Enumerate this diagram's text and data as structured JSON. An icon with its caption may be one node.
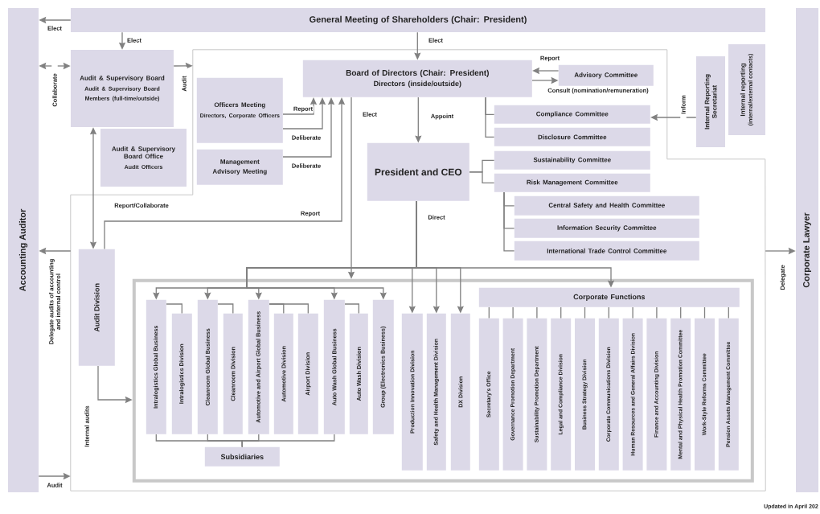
{
  "diagram": {
    "nodes": [
      {
        "text": [
          "Accounting Auditor"
        ]
      },
      {
        "text": [
          "General Meeting of Shareholders (Chair: President)"
        ]
      },
      {
        "text": [
          "Corporate Lawyer"
        ]
      },
      {
        "text": [],
        "shape": "box"
      },
      {
        "text": [
          "Audit & Supervisory Board",
          "Audit & Supervisory Board Members (full-time/outside)"
        ]
      },
      {
        "text": [
          "Audit & Supervisory Board Office",
          "Audit Officers"
        ]
      },
      {
        "text": [
          "Officers Meeting",
          "Directors, Corporate Officers"
        ],
        "in": 3
      },
      {
        "text": [
          "Management Advisory Meeting"
        ],
        "in": 3
      },
      {
        "text": [
          "Board of Directors (Chair: President)",
          "Directors (inside/outside)"
        ],
        "in": 3
      },
      {
        "text": [
          "Advisory Committee"
        ],
        "in": 3
      },
      {
        "text": [
          "Internal Reporting Secretariat"
        ]
      },
      {
        "text": [
          "Internal reporting",
          "(internal/external contacts)"
        ]
      },
      {
        "text": [
          "President and CEO"
        ],
        "in": 3
      },
      {
        "text": [
          "Compliance Committee"
        ],
        "in": 3
      },
      {
        "text": [
          "Disclosure Committee"
        ],
        "in": 3
      },
      {
        "text": [
          "Sustainability Committee"
        ],
        "in": 3
      },
      {
        "text": [
          "Risk Management Committee"
        ],
        "in": 3
      },
      {
        "text": [
          "Central Safety and Health Committee"
        ],
        "in": 3
      },
      {
        "text": [
          "Information Security Committee"
        ],
        "in": 3
      },
      {
        "text": [
          "International Trade Control Committee"
        ],
        "in": 3
      },
      {
        "text": [
          "Audit Division"
        ],
        "in": 3
      },
      {
        "text": [],
        "shape": "box",
        "in": 3
      },
      {
        "text": [
          "Intralogistics Global Business"
        ],
        "in": 21
      },
      {
        "text": [
          "Intralogistics Division"
        ],
        "in": 21
      },
      {
        "text": [
          "Cleanroom Global Business"
        ],
        "in": 21
      },
      {
        "text": [
          "Cleanroom Division"
        ],
        "in": 21
      },
      {
        "text": [
          "Automotive and Airport Global Business"
        ],
        "in": 21
      },
      {
        "text": [
          "Automotive Division"
        ],
        "in": 21
      },
      {
        "text": [
          "Airport Division"
        ],
        "in": 21
      },
      {
        "text": [
          "Auto Wash Global Business"
        ],
        "in": 21
      },
      {
        "text": [
          "Auto Wash Division"
        ],
        "in": 21
      },
      {
        "text": [
          "Group (Electronics Business)"
        ],
        "in": 21
      },
      {
        "text": [
          "Subsidiaries"
        ],
        "in": 21
      },
      {
        "text": [
          "Production Innovation Division"
        ],
        "in": 21
      },
      {
        "text": [
          "Safety and Health Management Division"
        ],
        "in": 21
      },
      {
        "text": [
          "DX Division"
        ],
        "in": 21
      },
      {
        "text": [
          "Corporate Functions"
        ],
        "in": 21
      },
      {
        "text": [
          "Secretary's Office"
        ],
        "in": 21
      },
      {
        "text": [
          "Governance Promotion Department"
        ],
        "in": 21
      },
      {
        "text": [
          "Sustainability Promotion Department"
        ],
        "in": 21
      },
      {
        "text": [
          "Legal and Compliance Division"
        ],
        "in": 21
      },
      {
        "text": [
          "Business Strategy Division"
        ],
        "in": 21
      },
      {
        "text": [
          "Corporate Communications Division"
        ],
        "in": 21
      },
      {
        "text": [
          "Human Resources and General Affairs Division"
        ],
        "in": 21
      },
      {
        "text": [
          "Finance and Accounting Division"
        ],
        "in": 21
      },
      {
        "text": [
          "Mental and Physical Health Promotion Committee"
        ],
        "in": 21
      },
      {
        "text": [
          "Work-Style Reforms Committee"
        ],
        "in": 21
      },
      {
        "text": [
          "Pension Assets Management Committee"
        ],
        "in": 21
      }
    ],
    "edges": [
      {
        "from": 1,
        "to": 0,
        "arrow": "to",
        "label": "Elect"
      },
      {
        "from": 1,
        "to": 4,
        "arrow": "to",
        "label": "Elect"
      },
      {
        "from": 1,
        "to": 8,
        "arrow": "to",
        "label": "Elect"
      },
      {
        "from": 4,
        "to": 0,
        "arrow": "both",
        "label": "Collaborate"
      },
      {
        "from": 4,
        "to": 3,
        "arrow": "to",
        "label": "Audit"
      },
      {
        "from": 6,
        "to": 8,
        "arrow": "to",
        "label": "Report"
      },
      {
        "from": 6,
        "to": 8,
        "arrow": "to",
        "label": "Deliberate"
      },
      {
        "from": 7,
        "to": 8,
        "arrow": "to",
        "label": "Deliberate"
      },
      {
        "from": 9,
        "to": 8,
        "arrow": "to",
        "label": "Report"
      },
      {
        "from": 8,
        "to": 9,
        "arrow": "to",
        "label": "Consult (nomination/remuneration)"
      },
      {
        "from": 8,
        "to": 12,
        "arrow": "to",
        "label": "Appoint"
      },
      {
        "from": 8,
        "to": 13,
        "arrow": "none"
      },
      {
        "from": 8,
        "to": 14,
        "arrow": "none"
      },
      {
        "from": 12,
        "to": 15,
        "arrow": "none"
      },
      {
        "from": 12,
        "to": 16,
        "arrow": "none"
      },
      {
        "from": 16,
        "to": 17,
        "arrow": "none"
      },
      {
        "from": 16,
        "to": 18,
        "arrow": "none"
      },
      {
        "from": 16,
        "to": 19,
        "arrow": "none"
      },
      {
        "from": 10,
        "to": 13,
        "arrow": "to",
        "label": "Inform"
      },
      {
        "from": 20,
        "to": 4,
        "arrow": "both",
        "label": "Report/Collaborate"
      },
      {
        "from": 20,
        "to": 21,
        "arrow": "to",
        "label": "Internal audits"
      },
      {
        "from": 20,
        "to": 8,
        "arrow": "to",
        "label": "Report"
      },
      {
        "from": 8,
        "to": 21,
        "arrow": "to",
        "label": "Elect"
      },
      {
        "from": 0,
        "to": 3,
        "arrow": "to",
        "label": "Audit"
      },
      {
        "from": 3,
        "to": 0,
        "arrow": "to",
        "label": "Delegate audits of accounting and internal control"
      },
      {
        "from": 3,
        "to": 2,
        "arrow": "to",
        "label": "Delegate"
      },
      {
        "from": 12,
        "to": 22,
        "arrow": "to",
        "label": "Direct"
      },
      {
        "from": 12,
        "to": 24,
        "arrow": "to"
      },
      {
        "from": 12,
        "to": 26,
        "arrow": "to"
      },
      {
        "from": 12,
        "to": 29,
        "arrow": "to"
      },
      {
        "from": 12,
        "to": 31,
        "arrow": "to"
      },
      {
        "from": 12,
        "to": 33,
        "arrow": "to"
      },
      {
        "from": 12,
        "to": 34,
        "arrow": "to"
      },
      {
        "from": 12,
        "to": 35,
        "arrow": "to"
      },
      {
        "from": 12,
        "to": 36,
        "arrow": "to"
      },
      {
        "from": 22,
        "to": 23,
        "arrow": "none"
      },
      {
        "from": 24,
        "to": 25,
        "arrow": "none"
      },
      {
        "from": 26,
        "to": 27,
        "arrow": "none"
      },
      {
        "from": 26,
        "to": 28,
        "arrow": "none"
      },
      {
        "from": 29,
        "to": 30,
        "arrow": "none"
      },
      {
        "from": 22,
        "to": 32,
        "arrow": "none"
      },
      {
        "from": 24,
        "to": 32,
        "arrow": "none"
      },
      {
        "from": 26,
        "to": 32,
        "arrow": "none"
      },
      {
        "from": 29,
        "to": 32,
        "arrow": "none"
      },
      {
        "from": 36,
        "to": 37,
        "arrow": "none"
      },
      {
        "from": 36,
        "to": 38,
        "arrow": "none"
      },
      {
        "from": 36,
        "to": 39,
        "arrow": "none"
      },
      {
        "from": 36,
        "to": 40,
        "arrow": "none"
      },
      {
        "from": 36,
        "to": 41,
        "arrow": "none"
      },
      {
        "from": 36,
        "to": 42,
        "arrow": "none"
      },
      {
        "from": 36,
        "to": 43,
        "arrow": "none"
      },
      {
        "from": 36,
        "to": 44,
        "arrow": "none"
      },
      {
        "from": 36,
        "to": 45,
        "arrow": "none"
      },
      {
        "from": 36,
        "to": 46,
        "arrow": "none"
      },
      {
        "from": 36,
        "to": 47,
        "arrow": "none"
      }
    ],
    "labels": [
      "Updated in April 202"
    ]
  }
}
